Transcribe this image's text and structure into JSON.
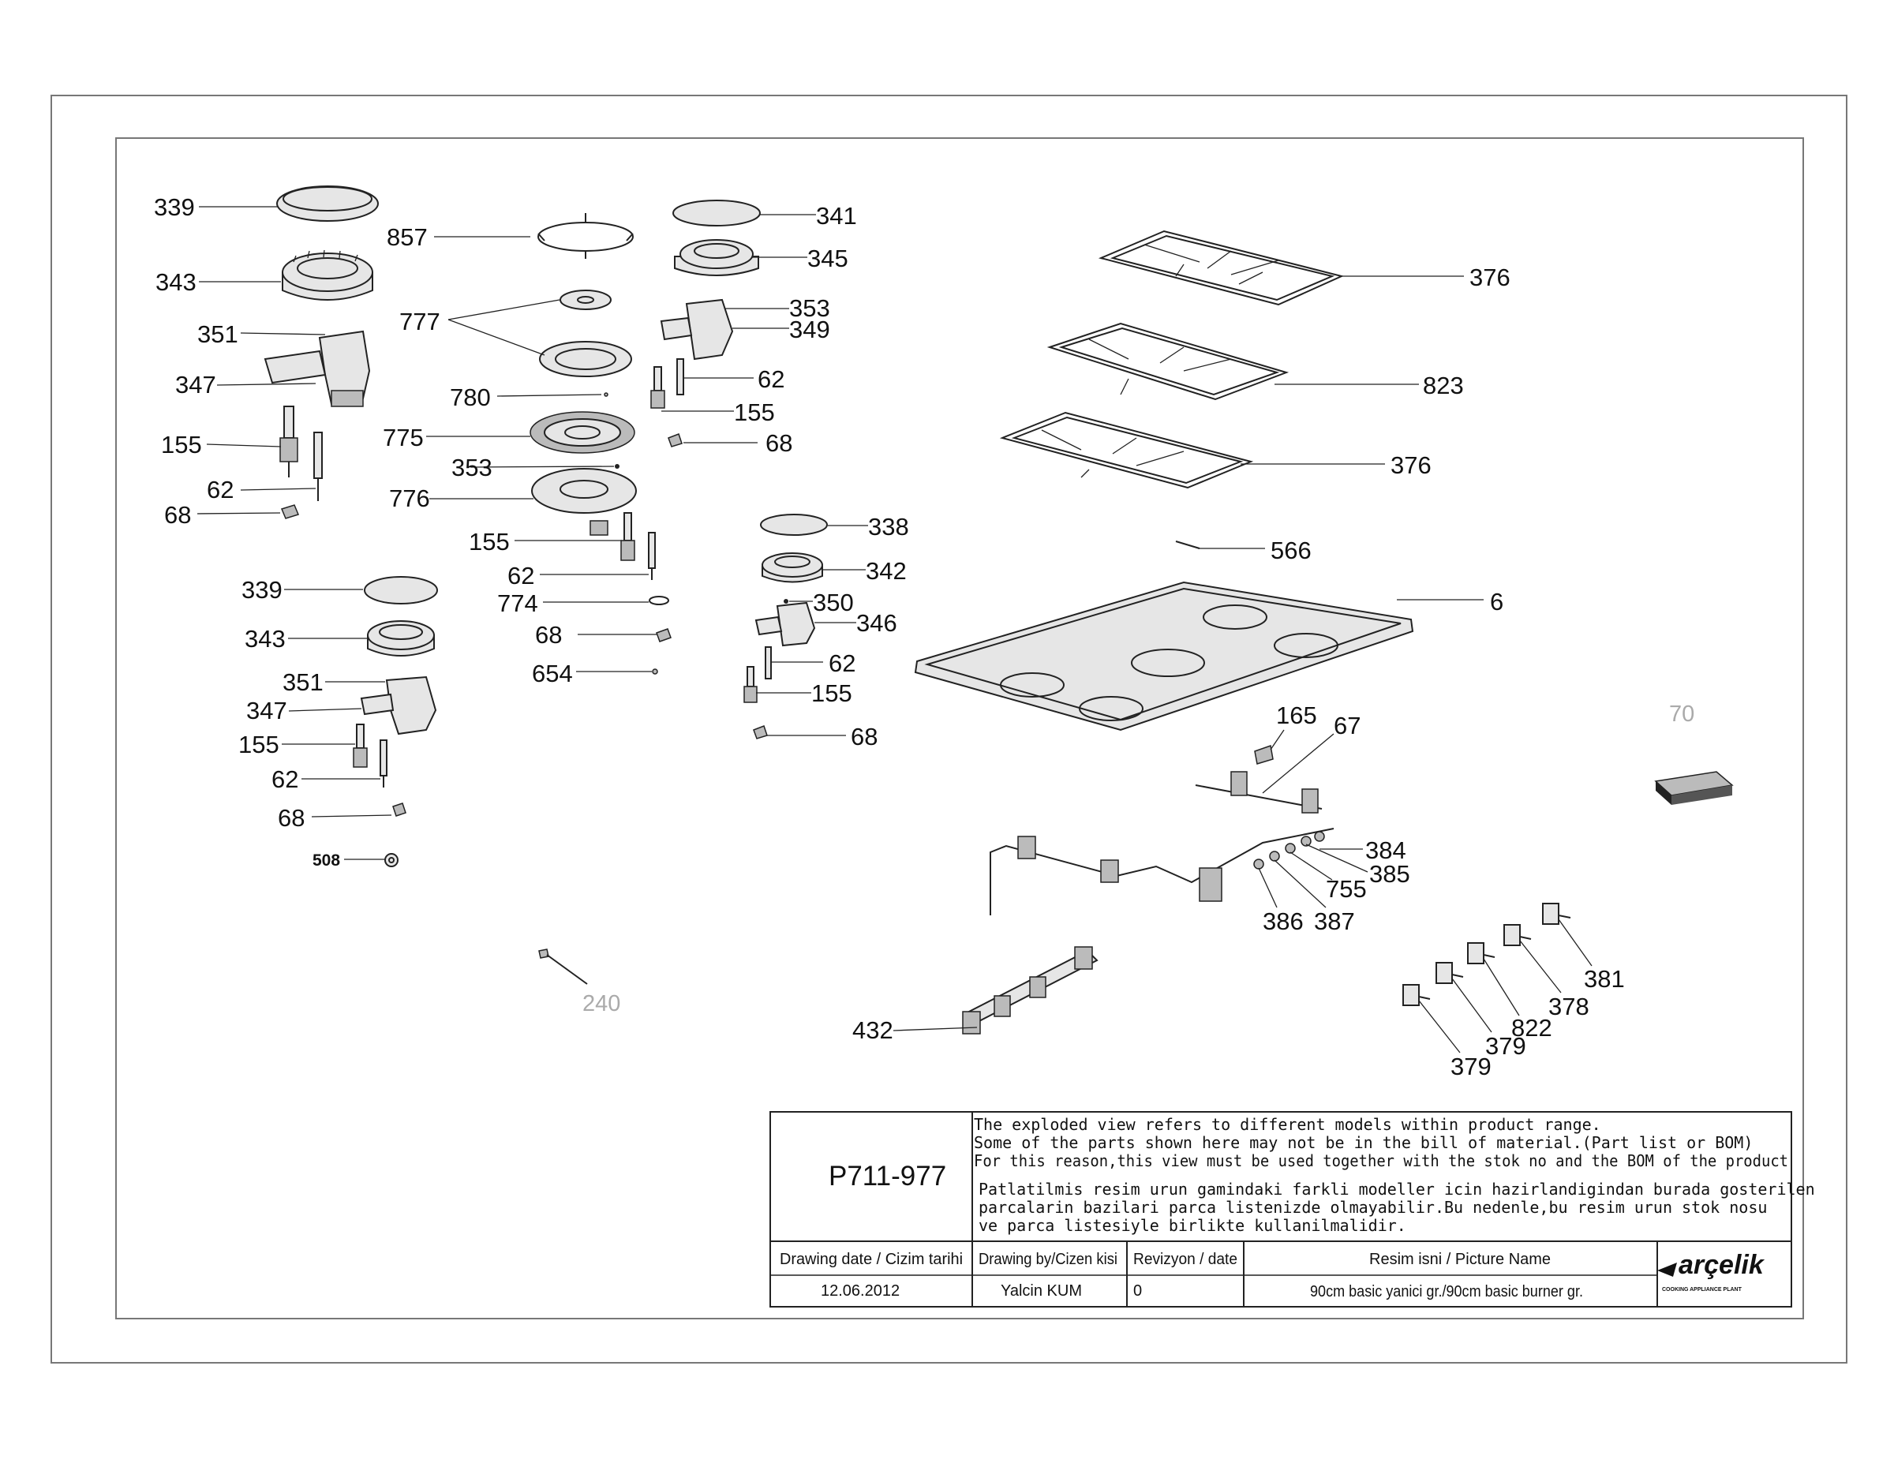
{
  "callouts": {
    "c339a": "339",
    "c343a": "343",
    "c351a": "351",
    "c347a": "347",
    "c155a": "155",
    "c62a": "62",
    "c68a": "68",
    "c339b": "339",
    "c343b": "343",
    "c351b": "351",
    "c347b": "347",
    "c155b": "155",
    "c62b": "62",
    "c68b": "68",
    "c508": "508",
    "c857": "857",
    "c777": "777",
    "c780": "780",
    "c775": "775",
    "c353a": "353",
    "c776": "776",
    "c155c": "155",
    "c62c": "62",
    "c774": "774",
    "c68c": "68",
    "c654": "654",
    "c240": "240",
    "c341": "341",
    "c345": "345",
    "c353b": "353",
    "c349": "349",
    "c62d": "62",
    "c155d": "155",
    "c68d": "68",
    "c338": "338",
    "c342": "342",
    "c350": "350",
    "c346": "346",
    "c62e": "62",
    "c155e": "155",
    "c68e": "68",
    "c376a": "376",
    "c823": "823",
    "c376b": "376",
    "c566": "566",
    "c6": "6",
    "c70": "70",
    "c165": "165",
    "c67": "67",
    "c384": "384",
    "c385": "385",
    "c755": "755",
    "c386": "386",
    "c387": "387",
    "c381": "381",
    "c378": "378",
    "c822": "822",
    "c379a": "379",
    "c379b": "379",
    "c432": "432"
  },
  "title_block": {
    "code": "P711-977",
    "note_en_1": "The exploded view refers to different models within product range.",
    "note_en_2": "Some of the parts shown here may not be in the bill of material.(Part list or BOM)",
    "note_en_3": "For this reason,this view must be used together with the stok no and the BOM of the product",
    "note_tr_1": "Patlatilmis resim urun gamindaki farkli modeller icin hazirlandigindan burada gosterilen",
    "note_tr_2": "parcalarin bazilari parca listenizde olmayabilir.Bu nedenle,bu resim urun stok nosu",
    "note_tr_3": "ve parca listesiyle birlikte kullanilmalidir.",
    "h_date": "Drawing date / Cizim tarihi",
    "h_by": "Drawing by/Cizen kisi",
    "h_rev": "Revizyon / date",
    "h_name": "Resim isni / Picture Name",
    "v_date": "12.06.2012",
    "v_by": "Yalcin KUM",
    "v_rev": "0",
    "v_name": "90cm basic yanici gr./90cm basic burner gr.",
    "brand": "arçelik",
    "brand_sub": "COOKING APPLIANCE PLANT"
  }
}
